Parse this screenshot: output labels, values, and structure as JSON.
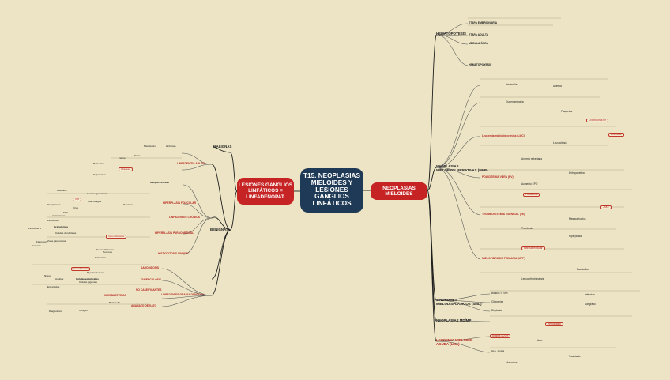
{
  "center": {
    "title": "T15. NEOPLASIAS MIELOIDES Y LESIONES GANGLIOS LINFÁTICOS"
  },
  "left": {
    "title": "LESIONES GANGLIOS LINFÁTICOS = LINFADENOPAT."
  },
  "right": {
    "title": "NEOPLASIAS MIELOIDES",
    "branches": [
      "HEMATOPOYESIS",
      "NEOPLASIAS MIELOPROLIFERATIVAS (NMP)",
      "SÍNDROMES MIELODISPLÁSICOS (SMD)",
      "NEOPLASIAS MD/MP",
      "LEUCEMIA MIELOIDE AGUDA (LMA)"
    ],
    "sub": [
      "ETAPA EMBRIONARIA",
      "ETAPA ADULTA",
      "MÉDULA ÓSEA",
      "HEMATOPOYESIS",
      "Leucemia mieloide crónica (LMC)",
      "POLICITEMIA VERA (PV)",
      "TROMBOCITEMIA ESENCIAL (TE)",
      "MIELOFIBROSIS PRIMARIA (MFP)",
      "Neutrofilia",
      "Cromosoma Ph",
      "Esplenomegalia",
      "BCR-ABL",
      "Anemia refractaria",
      "Aumento EPO",
      "JAK2",
      "Trombosis",
      "Fibrosis medular",
      "Dacriocitos",
      "Leucoeritroblastosis",
      "Blastos < 20%",
      "Citopenias",
      "Displasia",
      "Blastos ≥ 20%",
      "Auer",
      "PML-RARA",
      "Monocitos",
      "Anemia",
      "Plaquetas",
      "Leucocitosis",
      "Eritropoyetina",
      "Policitemia",
      "Megacariocitos",
      "Hiperplasia",
      "Infección",
      "Sangrado",
      "Hemorragia",
      "Trasplante"
    ]
  },
  "leftTree": {
    "malignas": "MALIGNAS",
    "benignas": "BENIGNAS",
    "groups": [
      "LINFADENITIS AGUDA",
      "LINFADENITIS CRÓNICA",
      "HIPERPLASIA FOLICULAR",
      "HIPERPLASIA PARACORTICAL",
      "HISTIOCITOSIS SINUSAL",
      "LINFADENITIS GRANULOMATOSA",
      "SARCOIDOSIS",
      "TUBERCULOSIS",
      "ARAÑAZO DE GATO",
      "NO CASEIFICANTES",
      "MICOBACTERIAS"
    ],
    "items": [
      "Metástasis",
      "Linfomas",
      "Ganglio cervical",
      "Dolor",
      "Fiebre",
      "Absceso",
      "Supuración",
      "Bacterias",
      "Virus",
      "Centros germinales",
      "Folículos",
      "Macrófagos",
      "Inmunoblastos",
      "Células dendríticas",
      "Necrosis",
      "Granulomas",
      "Células epitelioides",
      "Células gigantes",
      "Caseificación",
      "Bartonella",
      "Mycobacterium",
      "Hongos",
      "VIH",
      "Toxoplasma",
      "EBV",
      "Reactiva",
      "Autoinmune",
      "Fármacos",
      "Vacunas",
      "Histiocitos",
      "Senos dilatados",
      "Linfocitos T",
      "Linfocitos B",
      "Zona paracortical",
      "Estrellados",
      "Niños",
      "Adultos",
      "Diagnóstico"
    ]
  }
}
